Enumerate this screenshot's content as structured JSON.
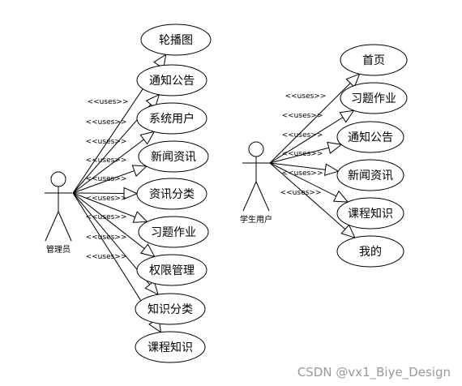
{
  "diagram": {
    "stereotype": "<<uses>>",
    "actors": [
      {
        "name": "管理员",
        "use_cases": [
          "轮播图",
          "通知公告",
          "系统用户",
          "新闻资讯",
          "资讯分类",
          "习题作业",
          "权限管理",
          "知识分类",
          "课程知识"
        ]
      },
      {
        "name": "学生用户",
        "use_cases": [
          "首页",
          "习题作业",
          "通知公告",
          "新闻资讯",
          "课程知识",
          "我的"
        ]
      }
    ]
  },
  "watermark": "CSDN @vx1_Biye_Design"
}
